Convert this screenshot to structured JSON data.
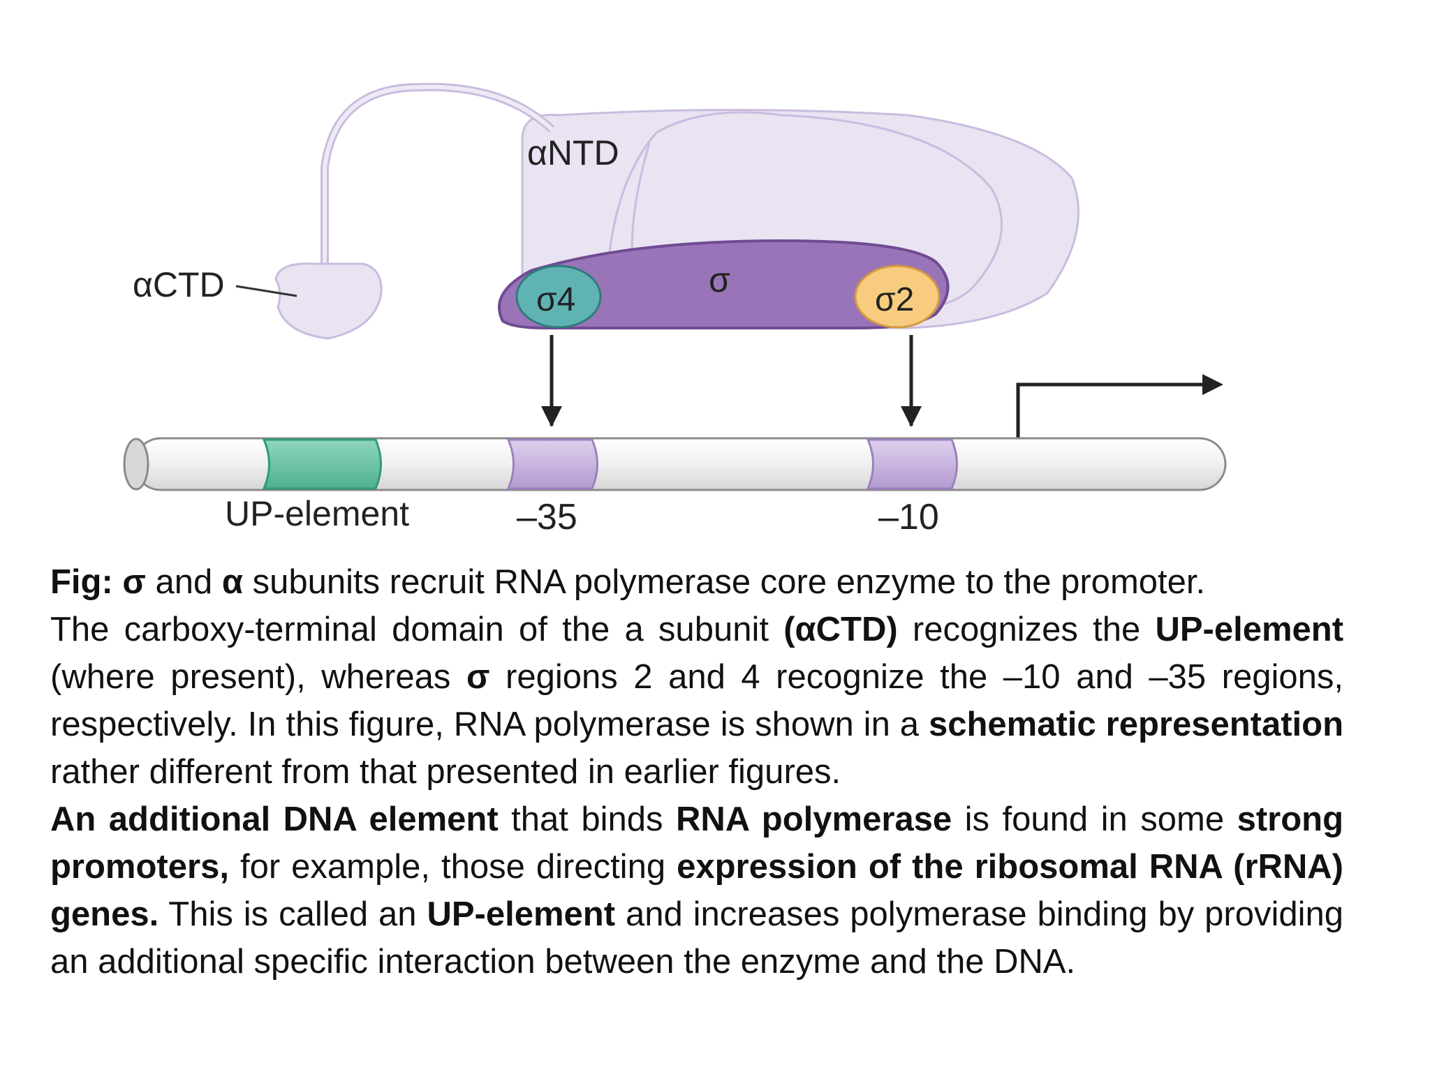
{
  "diagram": {
    "labels": {
      "antd": "αNTD",
      "actd": "αCTD",
      "sigma": "σ",
      "sigma4": "σ4",
      "sigma2": "σ2",
      "up_element": "UP-element",
      "minus35": "–35",
      "minus10": "–10"
    },
    "colors": {
      "polymerase_fill": "#e9e3f2",
      "polymerase_stroke": "#c9bcdf",
      "sigma_fill": "#9a74b8",
      "sigma_stroke": "#6f4b92",
      "sigma4_fill": "#5fb3b3",
      "sigma2_fill": "#f7cc7f",
      "up_element_fill": "#67c3a4",
      "box_fill": "#c7b3dd",
      "dna_fill": "#f2f2f2"
    }
  },
  "caption": {
    "p1": {
      "fig": "Fig:",
      "sigma": " σ",
      "t1": " and ",
      "alpha": "α",
      "t2": " subunits recruit RNA polymerase core enzyme to the promoter."
    },
    "p2": {
      "t1": "The carboxy-terminal domain of the a subunit ",
      "actd": "(αCTD)",
      "t2": " recognizes the ",
      "up": "UP-element",
      "t3": " (where present), whereas ",
      "sigma": "σ",
      "t4": " regions 2 and 4 recognize the –10 and –35 regions, respectively. In this figure, RNA polymerase is shown in a ",
      "schematic": "schematic representation",
      "t5": " rather different from that presented in earlier figures."
    },
    "p3": {
      "b1": "An additional DNA element",
      "t1": " that binds ",
      "b2": "RNA polymerase",
      "t2": " is found in some ",
      "b3": "strong promoters,",
      "t3": " for example, those directing ",
      "b4": "expression of the ribosomal RNA (rRNA) genes.",
      "t4": " This is called an ",
      "b5": "UP-element",
      "t5": " and increases polymerase binding by providing an additional specific interaction between the enzyme and the DNA."
    }
  }
}
